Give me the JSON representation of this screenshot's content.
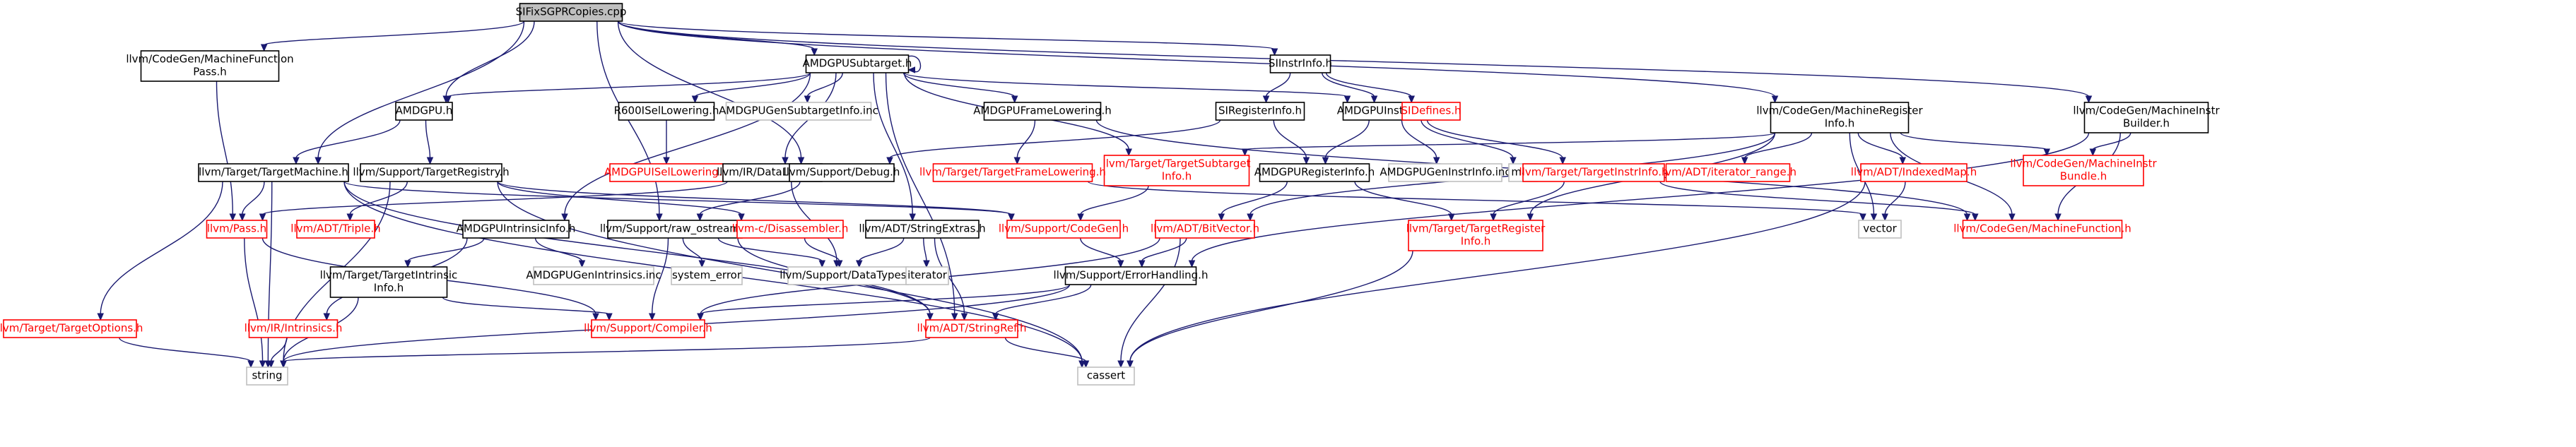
{
  "colors": {
    "edge": "#191970",
    "root_fill": "#bfbfbf",
    "root_border": "#000000",
    "documented_border": "#000000",
    "undocumented_border": "#ff0000",
    "external_border": "#bfbfbf",
    "text": "#000000",
    "undocumented_text": "#ff0000",
    "background": "#ffffff"
  },
  "nodes": [
    {
      "id": "root",
      "kind": "root",
      "lines": [
        "SIFixSGPRCopies.cpp"
      ]
    },
    {
      "id": "mfpass",
      "kind": "doc",
      "lines": [
        "llvm/CodeGen/MachineFunction",
        "Pass.h"
      ]
    },
    {
      "id": "amdgpu",
      "kind": "doc",
      "lines": [
        "AMDGPU.h"
      ]
    },
    {
      "id": "subtarget",
      "kind": "doc",
      "lines": [
        "AMDGPUSubtarget.h"
      ]
    },
    {
      "id": "siinstrinfo",
      "kind": "doc",
      "lines": [
        "SIInstrInfo.h"
      ]
    },
    {
      "id": "mri",
      "kind": "doc",
      "lines": [
        "llvm/CodeGen/MachineRegister",
        "Info.h"
      ]
    },
    {
      "id": "mib",
      "kind": "doc",
      "lines": [
        "llvm/CodeGen/MachineInstr",
        "Builder.h"
      ]
    },
    {
      "id": "targetmachine",
      "kind": "doc",
      "lines": [
        "llvm/Target/TargetMachine.h"
      ]
    },
    {
      "id": "targetregistry",
      "kind": "doc",
      "lines": [
        "llvm/Support/TargetRegistry.h"
      ]
    },
    {
      "id": "r600",
      "kind": "doc",
      "lines": [
        "R600ISelLowering.h"
      ]
    },
    {
      "id": "gensubtarget",
      "kind": "ext",
      "lines": [
        "AMDGPUGenSubtargetInfo.inc"
      ]
    },
    {
      "id": "framelowering",
      "kind": "doc",
      "lines": [
        "AMDGPUFrameLowering.h"
      ]
    },
    {
      "id": "siregisterinfo",
      "kind": "doc",
      "lines": [
        "SIRegisterInfo.h"
      ]
    },
    {
      "id": "amdgpuinstrinfo",
      "kind": "doc",
      "lines": [
        "AMDGPUInstrInfo.h"
      ]
    },
    {
      "id": "sidefines",
      "kind": "undoc",
      "lines": [
        "SIDefines.h"
      ]
    },
    {
      "id": "tsubtarget",
      "kind": "undoc",
      "lines": [
        "llvm/Target/TargetSubtarget",
        "Info.h"
      ]
    },
    {
      "id": "iteratorrange",
      "kind": "undoc",
      "lines": [
        "llvm/ADT/iterator_range.h"
      ]
    },
    {
      "id": "indexedmap",
      "kind": "undoc",
      "lines": [
        "llvm/ADT/IndexedMap.h"
      ]
    },
    {
      "id": "mibundle",
      "kind": "undoc",
      "lines": [
        "llvm/CodeGen/MachineInstr",
        "Bundle.h"
      ]
    },
    {
      "id": "isellowering",
      "kind": "undoc",
      "lines": [
        "AMDGPUISelLowering.h"
      ]
    },
    {
      "id": "datalayout",
      "kind": "doc",
      "lines": [
        "llvm/IR/DataLayout.h"
      ]
    },
    {
      "id": "debug",
      "kind": "doc",
      "lines": [
        "llvm/Support/Debug.h"
      ]
    },
    {
      "id": "tframelowering",
      "kind": "undoc",
      "lines": [
        "llvm/Target/TargetFrameLowering.h"
      ]
    },
    {
      "id": "amdgpuregisterinfo",
      "kind": "doc",
      "lines": [
        "AMDGPURegisterInfo.h"
      ]
    },
    {
      "id": "geninstrinfo",
      "kind": "ext",
      "lines": [
        "AMDGPUGenInstrInfo.inc"
      ]
    },
    {
      "id": "map",
      "kind": "ext",
      "lines": [
        "map"
      ]
    },
    {
      "id": "tinstrinfo",
      "kind": "undoc",
      "lines": [
        "llvm/Target/TargetInstrInfo.h"
      ]
    },
    {
      "id": "pass",
      "kind": "undoc",
      "lines": [
        "llvm/Pass.h"
      ]
    },
    {
      "id": "triple",
      "kind": "undoc",
      "lines": [
        "llvm/ADT/Triple.h"
      ]
    },
    {
      "id": "intrinsicinfo",
      "kind": "doc",
      "lines": [
        "AMDGPUIntrinsicInfo.h"
      ]
    },
    {
      "id": "rawostream",
      "kind": "doc",
      "lines": [
        "llvm/Support/raw_ostream.h"
      ]
    },
    {
      "id": "disassembler",
      "kind": "undoc",
      "lines": [
        "llvm-c/Disassembler.h"
      ]
    },
    {
      "id": "codegen",
      "kind": "undoc",
      "lines": [
        "llvm/Support/CodeGen.h"
      ]
    },
    {
      "id": "stringextras",
      "kind": "doc",
      "lines": [
        "llvm/ADT/StringExtras.h"
      ]
    },
    {
      "id": "bitvector",
      "kind": "undoc",
      "lines": [
        "llvm/ADT/BitVector.h"
      ]
    },
    {
      "id": "tregisterinfo",
      "kind": "undoc",
      "lines": [
        "llvm/Target/TargetRegister",
        "Info.h"
      ]
    },
    {
      "id": "vector",
      "kind": "ext",
      "lines": [
        "vector"
      ]
    },
    {
      "id": "machinefunction",
      "kind": "undoc",
      "lines": [
        "llvm/CodeGen/MachineFunction.h"
      ]
    },
    {
      "id": "tintrinsicinfo",
      "kind": "doc",
      "lines": [
        "llvm/Target/TargetIntrinsic",
        "Info.h"
      ]
    },
    {
      "id": "genintrinsics",
      "kind": "ext",
      "lines": [
        "AMDGPUGenIntrinsics.inc"
      ]
    },
    {
      "id": "systemerror",
      "kind": "ext",
      "lines": [
        "system_error"
      ]
    },
    {
      "id": "datatypes",
      "kind": "ext",
      "lines": [
        "llvm/Support/DataTypes.h"
      ]
    },
    {
      "id": "iterator",
      "kind": "ext",
      "lines": [
        "iterator"
      ]
    },
    {
      "id": "errorhandling",
      "kind": "doc",
      "lines": [
        "llvm/Support/ErrorHandling.h"
      ]
    },
    {
      "id": "targetoptions",
      "kind": "undoc",
      "lines": [
        "llvm/Target/TargetOptions.h"
      ]
    },
    {
      "id": "intrinsics",
      "kind": "undoc",
      "lines": [
        "llvm/IR/Intrinsics.h"
      ]
    },
    {
      "id": "compiler",
      "kind": "undoc",
      "lines": [
        "llvm/Support/Compiler.h"
      ]
    },
    {
      "id": "stringref",
      "kind": "undoc",
      "lines": [
        "llvm/ADT/StringRef.h"
      ]
    },
    {
      "id": "string",
      "kind": "ext",
      "lines": [
        "string"
      ]
    },
    {
      "id": "cassert",
      "kind": "ext",
      "lines": [
        "cassert"
      ]
    }
  ],
  "edges": [
    [
      "root",
      "mfpass"
    ],
    [
      "root",
      "amdgpu"
    ],
    [
      "root",
      "subtarget"
    ],
    [
      "root",
      "siinstrinfo"
    ],
    [
      "root",
      "mri"
    ],
    [
      "root",
      "mib"
    ],
    [
      "root",
      "targetmachine"
    ],
    [
      "root",
      "debug"
    ],
    [
      "root",
      "rawostream"
    ],
    [
      "mfpass",
      "pass"
    ],
    [
      "amdgpu",
      "targetmachine"
    ],
    [
      "amdgpu",
      "targetregistry"
    ],
    [
      "subtarget",
      "subtarget"
    ],
    [
      "subtarget",
      "amdgpu"
    ],
    [
      "subtarget",
      "r600"
    ],
    [
      "subtarget",
      "gensubtarget"
    ],
    [
      "subtarget",
      "framelowering"
    ],
    [
      "subtarget",
      "amdgpuinstrinfo"
    ],
    [
      "subtarget",
      "tsubtarget"
    ],
    [
      "subtarget",
      "datalayout"
    ],
    [
      "subtarget",
      "intrinsicinfo"
    ],
    [
      "subtarget",
      "stringextras"
    ],
    [
      "subtarget",
      "stringref"
    ],
    [
      "siinstrinfo",
      "amdgpuinstrinfo"
    ],
    [
      "siinstrinfo",
      "siregisterinfo"
    ],
    [
      "siinstrinfo",
      "sidefines"
    ],
    [
      "mri",
      "tsubtarget"
    ],
    [
      "mri",
      "iteratorrange"
    ],
    [
      "mri",
      "indexedmap"
    ],
    [
      "mri",
      "mibundle"
    ],
    [
      "mri",
      "bitvector"
    ],
    [
      "mri",
      "tregisterinfo"
    ],
    [
      "mri",
      "vector"
    ],
    [
      "mri",
      "machinefunction"
    ],
    [
      "mib",
      "mibundle"
    ],
    [
      "mib",
      "machinefunction"
    ],
    [
      "mib",
      "errorhandling"
    ],
    [
      "targetmachine",
      "pass"
    ],
    [
      "targetmachine",
      "codegen"
    ],
    [
      "targetmachine",
      "targetoptions"
    ],
    [
      "targetmachine",
      "stringref"
    ],
    [
      "targetmachine",
      "string"
    ],
    [
      "targetmachine",
      "cassert"
    ],
    [
      "targetregistry",
      "triple"
    ],
    [
      "targetregistry",
      "disassembler"
    ],
    [
      "targetregistry",
      "codegen"
    ],
    [
      "targetregistry",
      "string"
    ],
    [
      "targetregistry",
      "cassert"
    ],
    [
      "r600",
      "isellowering"
    ],
    [
      "framelowering",
      "tframelowering"
    ],
    [
      "framelowering",
      "machinefunction"
    ],
    [
      "siregisterinfo",
      "amdgpuregisterinfo"
    ],
    [
      "siregisterinfo",
      "debug"
    ],
    [
      "amdgpuinstrinfo",
      "amdgpuregisterinfo"
    ],
    [
      "amdgpuinstrinfo",
      "geninstrinfo"
    ],
    [
      "amdgpuinstrinfo",
      "map"
    ],
    [
      "amdgpuinstrinfo",
      "tinstrinfo"
    ],
    [
      "tsubtarget",
      "codegen"
    ],
    [
      "indexedmap",
      "vector"
    ],
    [
      "indexedmap",
      "cassert"
    ],
    [
      "datalayout",
      "pass"
    ],
    [
      "datalayout",
      "datatypes"
    ],
    [
      "debug",
      "rawostream"
    ],
    [
      "tframelowering",
      "vector"
    ],
    [
      "amdgpuregisterinfo",
      "tregisterinfo"
    ],
    [
      "amdgpuregisterinfo",
      "bitvector"
    ],
    [
      "tinstrinfo",
      "tregisterinfo"
    ],
    [
      "tinstrinfo",
      "machinefunction"
    ],
    [
      "pass",
      "string"
    ],
    [
      "pass",
      "compiler"
    ],
    [
      "intrinsicinfo",
      "tintrinsicinfo"
    ],
    [
      "intrinsicinfo",
      "genintrinsics"
    ],
    [
      "intrinsicinfo",
      "intrinsics"
    ],
    [
      "rawostream",
      "systemerror"
    ],
    [
      "rawostream",
      "datatypes"
    ],
    [
      "rawostream",
      "compiler"
    ],
    [
      "rawostream",
      "stringref"
    ],
    [
      "disassembler",
      "datatypes"
    ],
    [
      "codegen",
      "errorhandling"
    ],
    [
      "stringextras",
      "iterator"
    ],
    [
      "stringextras",
      "datatypes"
    ],
    [
      "stringextras",
      "stringref"
    ],
    [
      "bitvector",
      "errorhandling"
    ],
    [
      "bitvector",
      "compiler"
    ],
    [
      "bitvector",
      "cassert"
    ],
    [
      "tregisterinfo",
      "cassert"
    ],
    [
      "tintrinsicinfo",
      "compiler"
    ],
    [
      "tintrinsicinfo",
      "string"
    ],
    [
      "errorhandling",
      "compiler"
    ],
    [
      "errorhandling",
      "stringref"
    ],
    [
      "errorhandling",
      "string"
    ],
    [
      "targetoptions",
      "string"
    ],
    [
      "intrinsics",
      "string"
    ],
    [
      "stringref",
      "string"
    ],
    [
      "stringref",
      "cassert"
    ]
  ]
}
